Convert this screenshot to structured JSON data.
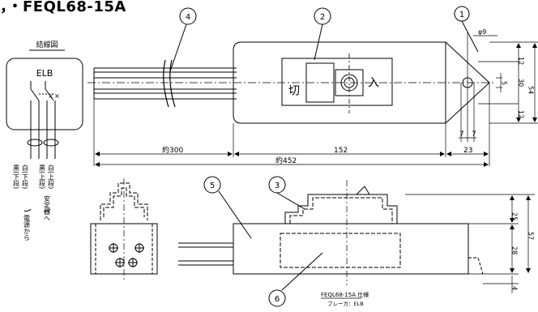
{
  "title": "，・FEQL68-15A",
  "wiring": {
    "heading": "結線図",
    "box_label": "ELB",
    "lead_black_lower": "黒(下段)",
    "lead_white_lower": "白(下段)",
    "lead_black_upper": "黒(上段)",
    "lead_white_upper": "白(上段)",
    "from_source": "電源から",
    "to_circuit": "安定器へ"
  },
  "callouts": [
    "1",
    "2",
    "3",
    "4",
    "5",
    "6"
  ],
  "dims": {
    "d_300": "約300",
    "d_152": "152",
    "d_452": "約452",
    "d_23": "23",
    "d_7a": "7",
    "d_7b": "7",
    "d_phi9": "φ9",
    "d_12a": "12",
    "d_12b": "12",
    "d_5": "5",
    "d_30": "30",
    "d_54": "54",
    "d_25": "25",
    "d_28": "28",
    "d_57": "57",
    "d_4": "4"
  },
  "device": {
    "label_left": "切",
    "label_right": "入"
  },
  "spec": {
    "line1": "FEQL68-15A 仕様",
    "line2": "ブレーカ：ELB"
  }
}
